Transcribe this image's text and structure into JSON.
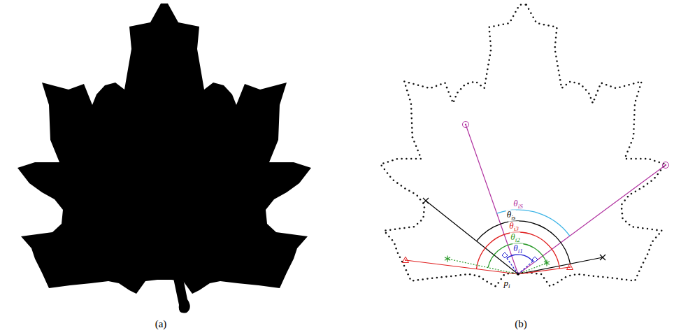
{
  "diagram": {
    "labels": [
      "(a)",
      "(b)",
      "θiS",
      "θis",
      "θi3",
      "θi2",
      "θi1",
      "pi"
    ]
  }
}
